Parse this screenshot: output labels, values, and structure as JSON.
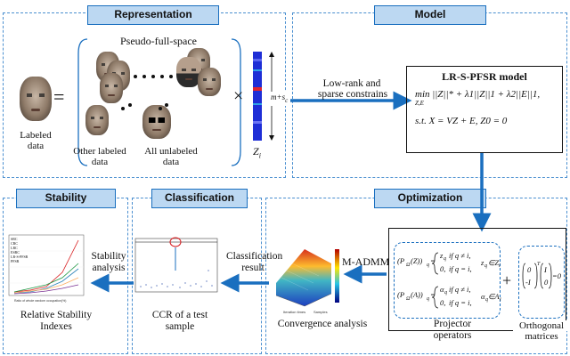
{
  "panels": {
    "representation": "Representation",
    "model": "Model",
    "stability": "Stability",
    "classification": "Classification",
    "optimization": "Optimization"
  },
  "representation": {
    "pseudo_full_space": "Pseudo-full-space",
    "equals": "=",
    "times": "×",
    "labeled_data": [
      "Labeled",
      "data"
    ],
    "other_labeled": [
      "Other labeled",
      "data"
    ],
    "all_unlabeled": [
      "All unlabeled",
      "data"
    ],
    "dim_label": "m+s",
    "dim_sub": "c",
    "z_label": "Z",
    "z_sub": "i"
  },
  "model": {
    "arrow_text": [
      "Low-rank and",
      "sparse constrains"
    ],
    "box_title": "LR-S-PFSR model",
    "objective": "min ||Z||* + λ1||Z||1 + λ2||E||1,",
    "objective_under": "Z,E",
    "constraint": "s.t.   X = VZ + E,  Z0 = 0"
  },
  "stability": {
    "arrow_text": [
      "Stability",
      "analysis"
    ],
    "caption": [
      "Relative Stability",
      "Indexes"
    ],
    "legend": [
      "SRC",
      "CRC",
      "LRC",
      "ESRC",
      "LR-S-PFSR",
      "PFSR"
    ]
  },
  "classification": {
    "arrow_text": [
      "Classification",
      "result"
    ],
    "caption": [
      "CCR of a test",
      "sample"
    ]
  },
  "optimization": {
    "method": "M-ADMM",
    "conv_caption": "Convergence analysis",
    "proj_caption": [
      "Projector",
      "operators"
    ],
    "orth_caption": [
      "Orthogonal",
      "matrices"
    ],
    "plus": "+"
  },
  "colors": {
    "accent": "#1a6fbf",
    "panel_fill": "#bcd8f2"
  }
}
